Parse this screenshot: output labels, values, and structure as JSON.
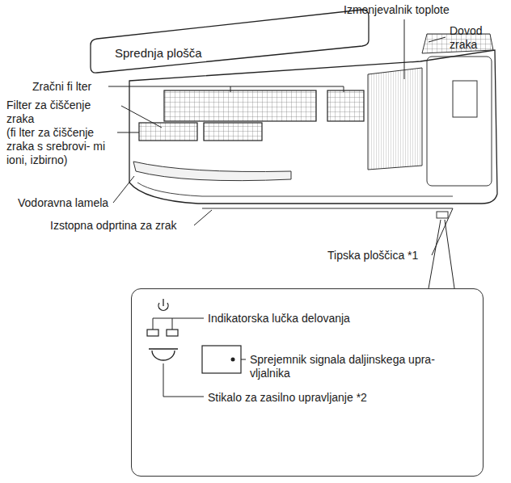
{
  "diagram": {
    "nodes": [
      {
        "text": [
          "Indikatorska lučka delovanja",
          "Sprejemnik signala daljinskega upra- vljalnika",
          "Stikalo za zasilno upravljanje *2"
        ]
      }
    ],
    "labels": [
      "Sprednja plošča",
      "Izmenjevalnik toplote",
      "Dovod zraka",
      "Zračni fi lter",
      "Filter za čiščenje zraka",
      "(fi lter za čiščenje zraka s srebrovi- mi ioni, izbirno)",
      "Vodoravna lamela",
      "Izstopna odprtina za zrak",
      "Tipska ploščica *1"
    ]
  }
}
